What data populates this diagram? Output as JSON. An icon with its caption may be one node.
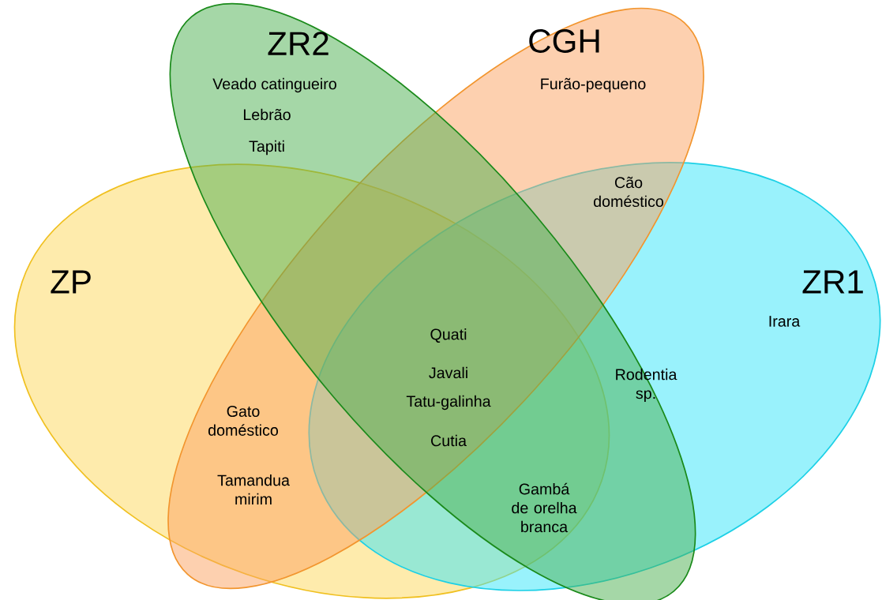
{
  "diagram": {
    "nodes": [
      {
        "text": [
          "ZR2"
        ]
      },
      {
        "text": [
          "CGH"
        ]
      },
      {
        "text": [
          "ZP"
        ]
      },
      {
        "text": [
          "ZR1"
        ]
      }
    ],
    "labels": [
      "Veado catingueiro",
      "Furão-pequeno",
      "Lebrão",
      "Tapiti",
      "Cão doméstico",
      "Irara",
      "Quati",
      "Javali",
      "Rodentia sp.",
      "Tatu-galinha",
      "Gato doméstico",
      "Cutia",
      "Tamandua mirim",
      "Gambá de orelha branca"
    ]
  }
}
